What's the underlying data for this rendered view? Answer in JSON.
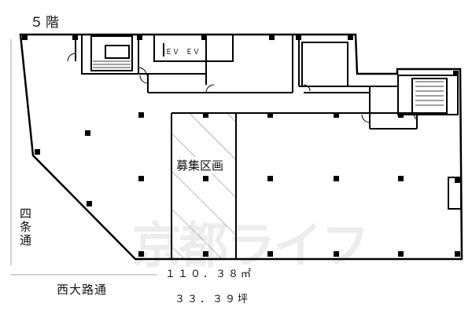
{
  "floor_label": "５階",
  "recruit_area_label": "募集区画",
  "elevators": [
    "ＥＶ",
    "ＥＶ"
  ],
  "streets": {
    "side": "四条通",
    "front": "西大路通"
  },
  "area": {
    "sqm": "１１０．３８㎡",
    "tsubo": "３３．３９坪"
  },
  "watermark": "京都ライフ",
  "colors": {
    "wall": "#000000",
    "hatch": "#555555",
    "watermark": "#ececec"
  }
}
